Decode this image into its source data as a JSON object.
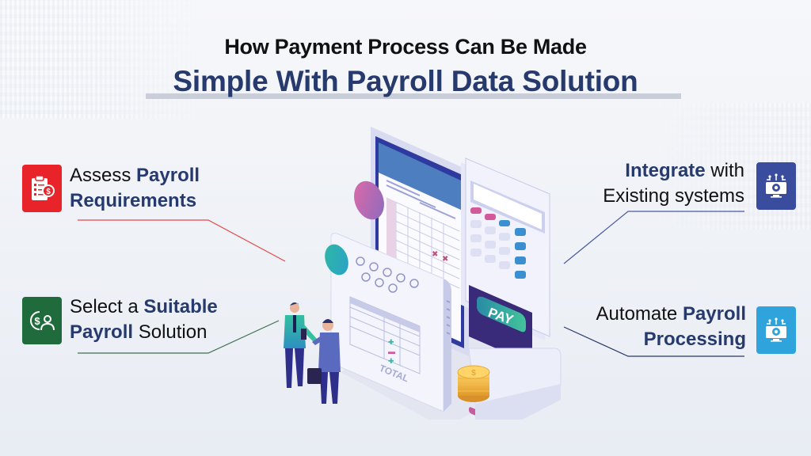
{
  "header": {
    "line1": "How Payment Process Can Be Made",
    "line2": "Simple With Payroll Data Solution"
  },
  "steps": [
    {
      "id": "assess",
      "parts": [
        {
          "text": "Assess ",
          "bold": false
        },
        {
          "text": "Payroll",
          "bold": true
        }
      ],
      "line2_parts": [
        {
          "text": "Requirements",
          "bold": true
        }
      ],
      "icon": "clipboard-dollar-icon",
      "color": "#e8232a",
      "line_color": "#e34a4a"
    },
    {
      "id": "select",
      "parts": [
        {
          "text": "Select a ",
          "bold": false
        },
        {
          "text": "Suitable",
          "bold": true
        }
      ],
      "line2_parts": [
        {
          "text": "Payroll",
          "bold": true
        },
        {
          "text": " Solution",
          "bold": false
        }
      ],
      "icon": "dollar-person-icon",
      "color": "#1f6b3b",
      "line_color": "#3f6f52"
    },
    {
      "id": "integrate",
      "parts": [
        {
          "text": "Integrate",
          "bold": true
        },
        {
          "text": " with",
          "bold": false
        }
      ],
      "line2_parts": [
        {
          "text": "Existing systems",
          "bold": false
        }
      ],
      "icon": "monitor-gear-icon",
      "color": "#3a4c9e",
      "line_color": "#4a5aa0"
    },
    {
      "id": "automate",
      "parts": [
        {
          "text": "Automate ",
          "bold": false
        },
        {
          "text": "Payroll",
          "bold": true
        }
      ],
      "line2_parts": [
        {
          "text": "Processing",
          "bold": true
        }
      ],
      "icon": "monitor-gear-icon",
      "color": "#2ea3dc",
      "line_color": "#2b3a6a"
    }
  ],
  "illustration": {
    "pay_button": "PAY",
    "receipt_total": "TOTAL"
  }
}
